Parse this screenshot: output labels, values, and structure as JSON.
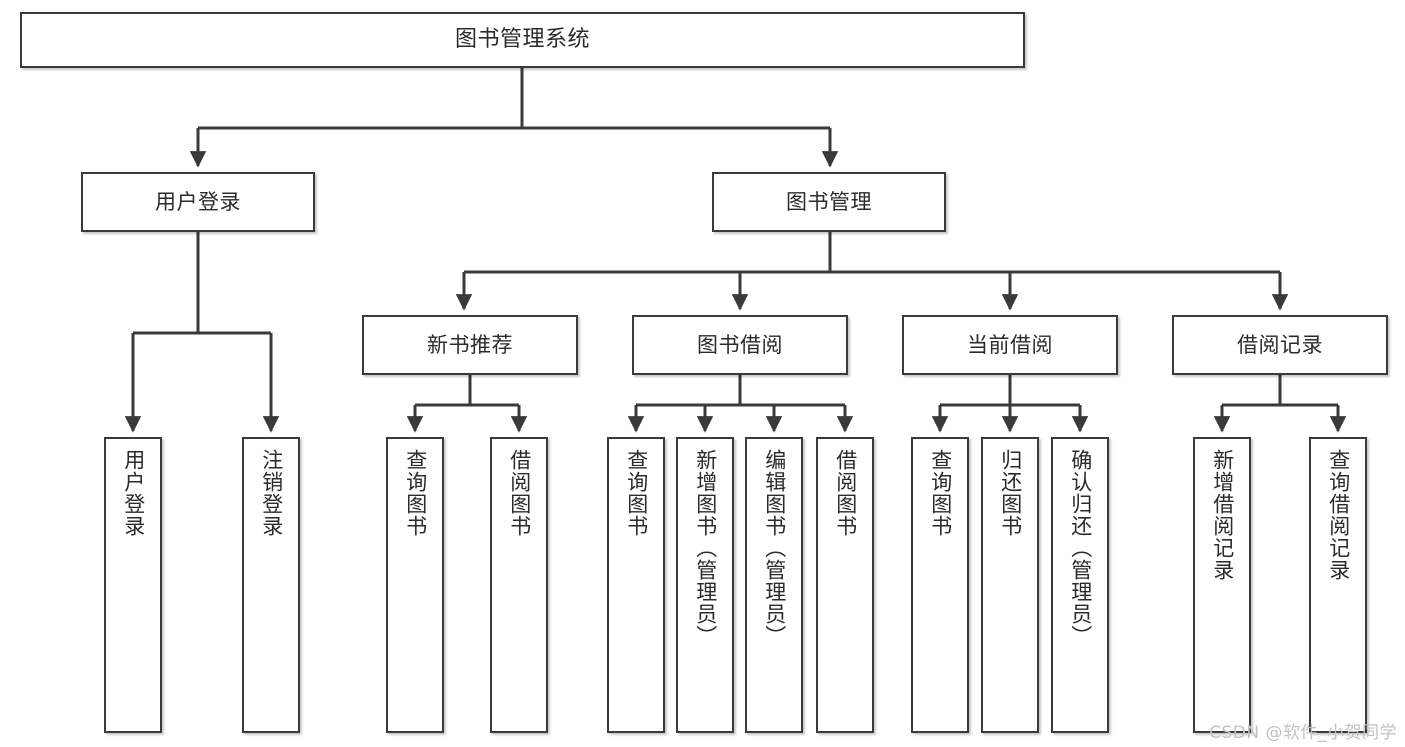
{
  "diagram": {
    "title": "图书管理系统",
    "type": "tree",
    "line_color": "#3a3a3a",
    "box_border_color": "#3a3a3a",
    "box_fill_color": "#ffffff",
    "text_color": "#2b2b2b",
    "background_color": "#ffffff"
  },
  "nodes": {
    "root": {
      "label": "图书管理系统"
    },
    "level2": [
      {
        "label": "用户登录"
      },
      {
        "label": "图书管理"
      }
    ],
    "level3": [
      {
        "label": "新书推荐"
      },
      {
        "label": "图书借阅"
      },
      {
        "label": "当前借阅"
      },
      {
        "label": "借阅记录"
      }
    ],
    "leaves_user_login": [
      {
        "label": "用户登录"
      },
      {
        "label": "注销登录"
      }
    ],
    "leaves_new_book": [
      {
        "label": "查询图书"
      },
      {
        "label": "借阅图书"
      }
    ],
    "leaves_borrow": [
      {
        "label": "查询图书"
      },
      {
        "label": "新增图书（管理员）"
      },
      {
        "label": "编辑图书（管理员）"
      },
      {
        "label": "借阅图书"
      }
    ],
    "leaves_current": [
      {
        "label": "查询图书"
      },
      {
        "label": "归还图书"
      },
      {
        "label": "确认归还（管理员）"
      }
    ],
    "leaves_records": [
      {
        "label": "新增借阅记录"
      },
      {
        "label": "查询借阅记录"
      }
    ]
  },
  "watermark": {
    "text": "CSDN @软件_小贺同学"
  }
}
